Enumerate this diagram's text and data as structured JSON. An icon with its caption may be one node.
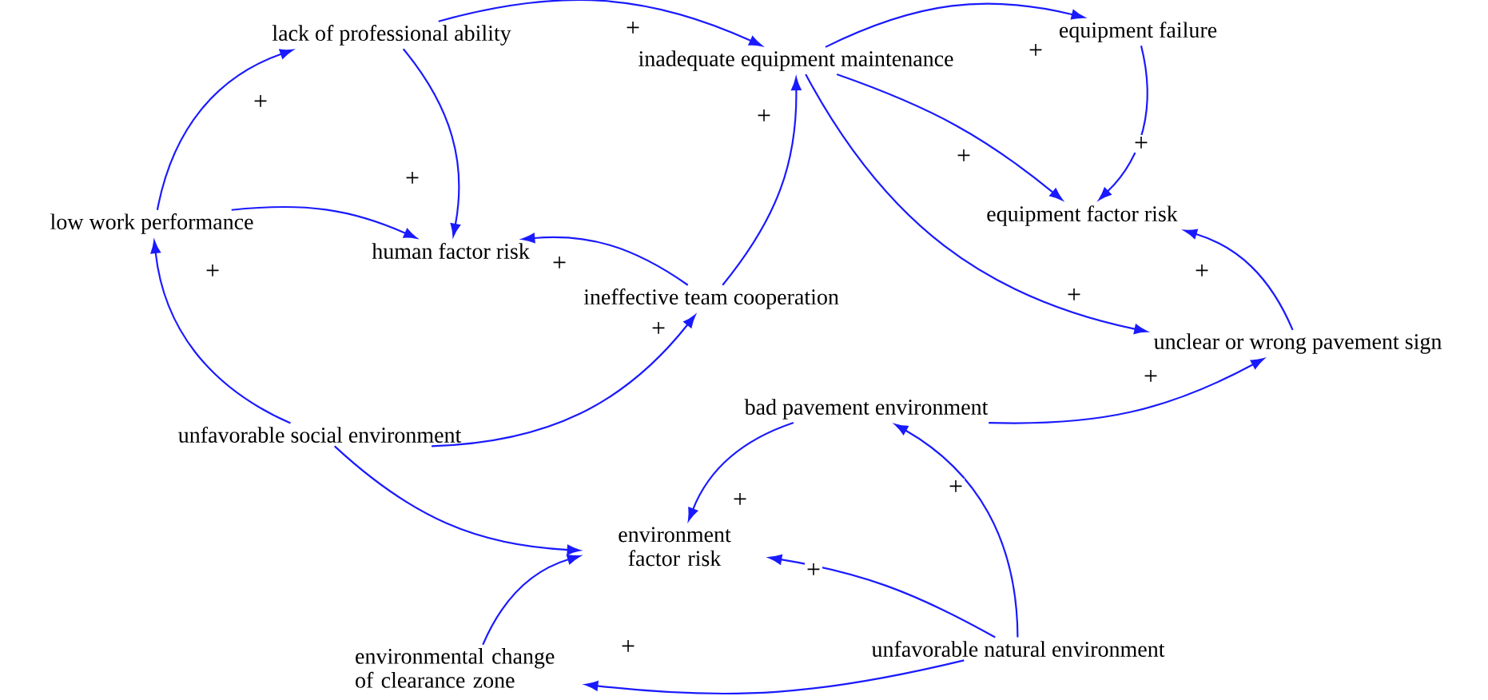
{
  "diagram": {
    "nodes": [
      {
        "text": [
          "lack of professional ability"
        ]
      },
      {
        "text": [
          "inadequate equipment maintenance"
        ]
      },
      {
        "text": [
          "equipment failure"
        ]
      },
      {
        "text": [
          "low work performance"
        ]
      },
      {
        "text": [
          "human factor risk"
        ]
      },
      {
        "text": [
          "equipment factor risk"
        ]
      },
      {
        "text": [
          "ineffective team cooperation"
        ]
      },
      {
        "text": [
          "unclear or wrong pavement sign"
        ]
      },
      {
        "text": [
          "unfavorable social environment"
        ]
      },
      {
        "text": [
          "bad pavement environment"
        ]
      },
      {
        "text": [
          "environment factor risk"
        ]
      },
      {
        "text": [
          "environmental change of clearance zone"
        ]
      },
      {
        "text": [
          "unfavorable natural environment"
        ]
      }
    ],
    "edges": [
      {
        "from": 0,
        "to": 1,
        "arrow": "to",
        "label": "+"
      },
      {
        "from": 1,
        "to": 2,
        "arrow": "to",
        "label": "+"
      },
      {
        "from": 0,
        "to": 4,
        "arrow": "to",
        "label": "+"
      },
      {
        "from": 3,
        "to": 0,
        "arrow": "to",
        "label": "+"
      },
      {
        "from": 3,
        "to": 4,
        "arrow": "to"
      },
      {
        "from": 8,
        "to": 3,
        "arrow": "to",
        "label": "+"
      },
      {
        "from": 6,
        "to": 4,
        "arrow": "to",
        "label": "+"
      },
      {
        "from": 6,
        "to": 1,
        "arrow": "to",
        "label": "+"
      },
      {
        "from": 1,
        "to": 5,
        "arrow": "to",
        "label": "+"
      },
      {
        "from": 2,
        "to": 5,
        "arrow": "to",
        "label": "+"
      },
      {
        "from": 1,
        "to": 7,
        "arrow": "to",
        "label": "+"
      },
      {
        "from": 7,
        "to": 5,
        "arrow": "to",
        "label": "+"
      },
      {
        "from": 8,
        "to": 6,
        "arrow": "to",
        "label": "+"
      },
      {
        "from": 9,
        "to": 7,
        "arrow": "to",
        "label": "+"
      },
      {
        "from": 9,
        "to": 10,
        "arrow": "to",
        "label": "+"
      },
      {
        "from": 8,
        "to": 10,
        "arrow": "to"
      },
      {
        "from": 11,
        "to": 10,
        "arrow": "to"
      },
      {
        "from": 12,
        "to": 11,
        "arrow": "to",
        "label": "+"
      },
      {
        "from": 12,
        "to": 10,
        "arrow": "to",
        "label": "+"
      },
      {
        "from": 12,
        "to": 9,
        "arrow": "to",
        "label": "+"
      }
    ]
  }
}
